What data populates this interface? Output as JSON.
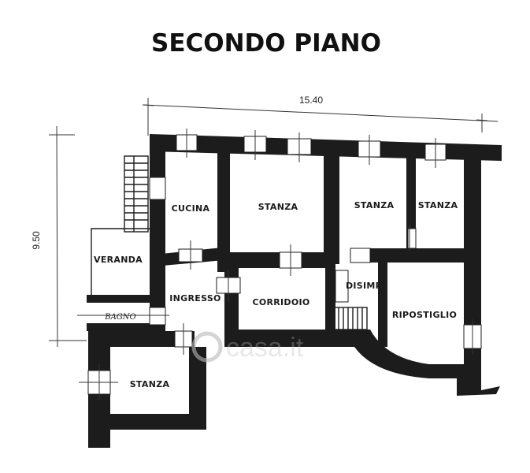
{
  "title": "SECONDO PIANO",
  "dimensions": {
    "width": "15.40",
    "height": "9.50"
  },
  "rooms": {
    "cucina": "CUCINA",
    "stanza_1": "STANZA",
    "stanza_2": "STANZA",
    "stanza_3": "STANZA",
    "veranda": "VERANDA",
    "ingresso": "INGRESSO",
    "corridoio": "CORRIDOIO",
    "disimp": "DISIMP",
    "ripostiglio": "RIPOSTIGLIO",
    "bagno": "BAGNO",
    "stanza_4": "STANZA"
  },
  "watermark": "casa.it"
}
